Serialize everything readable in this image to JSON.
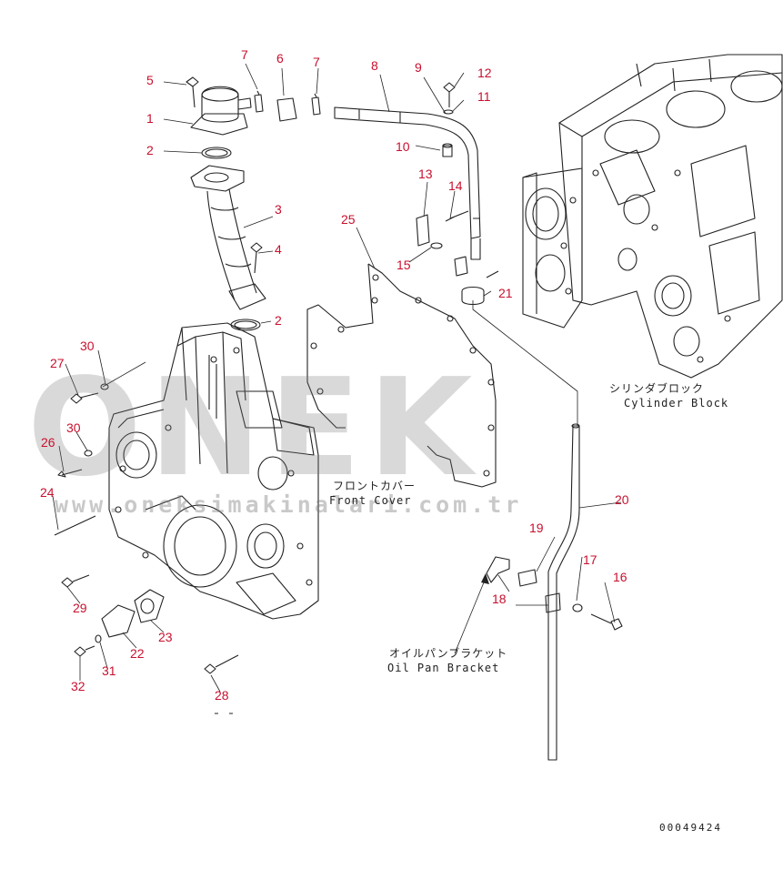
{
  "watermark": {
    "brand": "ONEK",
    "url": "www.oneksimakinalari.com.tr"
  },
  "labels": {
    "cylinder_block_jp": "シリンダブロック",
    "cylinder_block_en": "Cylinder Block",
    "front_cover_jp": "フロントカバー",
    "front_cover_en": "Front Cover",
    "oil_pan_bracket_jp": "オイルパンブラケット",
    "oil_pan_bracket_en": "Oil Pan Bracket"
  },
  "callouts": {
    "c1": "1",
    "c2a": "2",
    "c2b": "2",
    "c3": "3",
    "c4": "4",
    "c5": "5",
    "c6": "6",
    "c7a": "7",
    "c7b": "7",
    "c8": "8",
    "c9": "9",
    "c10": "10",
    "c11": "11",
    "c12": "12",
    "c13": "13",
    "c14": "14",
    "c15": "15",
    "c16": "16",
    "c17": "17",
    "c18": "18",
    "c19": "19",
    "c20": "20",
    "c21": "21",
    "c22": "22",
    "c23": "23",
    "c24": "24",
    "c25": "25",
    "c26": "26",
    "c27": "27",
    "c28": "28",
    "c29": "29",
    "c30a": "30",
    "c30b": "30",
    "c31": "31",
    "c32": "32"
  },
  "document_number": "00049424",
  "colors": {
    "callout": "#c8102e",
    "line": "#222222",
    "watermark": "#787878"
  }
}
